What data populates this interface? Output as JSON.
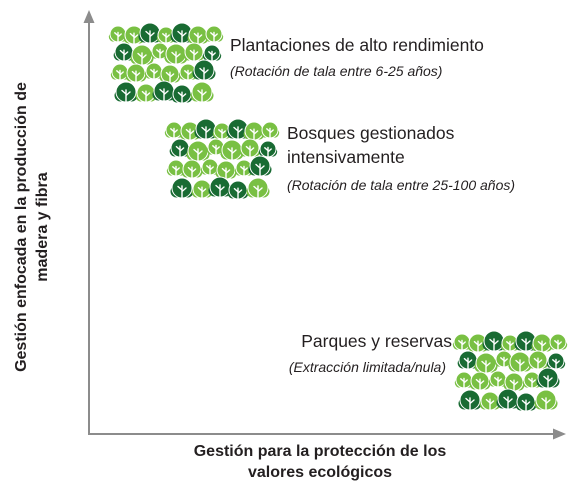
{
  "colors": {
    "axis": "#8c8c8c",
    "text": "#231f20",
    "tree_light": "#79c043",
    "tree_dark": "#196b33",
    "trunk": "#ffffff"
  },
  "axes": {
    "y_label_line1": "Gestión enfocada en la producción de",
    "y_label_line2": "madera y fibra",
    "x_label_line1": "Gestión para la protección de los",
    "x_label_line2": "valores ecológicos"
  },
  "items": [
    {
      "id": "plantations",
      "title_lines": [
        "Plantaciones de alto rendimiento"
      ],
      "note": "(Rotación de tala entre 6-25 años)"
    },
    {
      "id": "managed-forests",
      "title_lines": [
        "Bosques gestionados",
        "intensivamente"
      ],
      "note": "(Rotación de tala entre 25-100 años)"
    },
    {
      "id": "parks",
      "title_lines": [
        "Parques y reservas"
      ],
      "note": "(Extracción limitada/nula)"
    }
  ],
  "icons": {
    "tree": "tree-icon",
    "cluster": "tree-cluster-icon",
    "arrow_up": "arrowhead-up-icon",
    "arrow_right": "arrowhead-right-icon"
  }
}
